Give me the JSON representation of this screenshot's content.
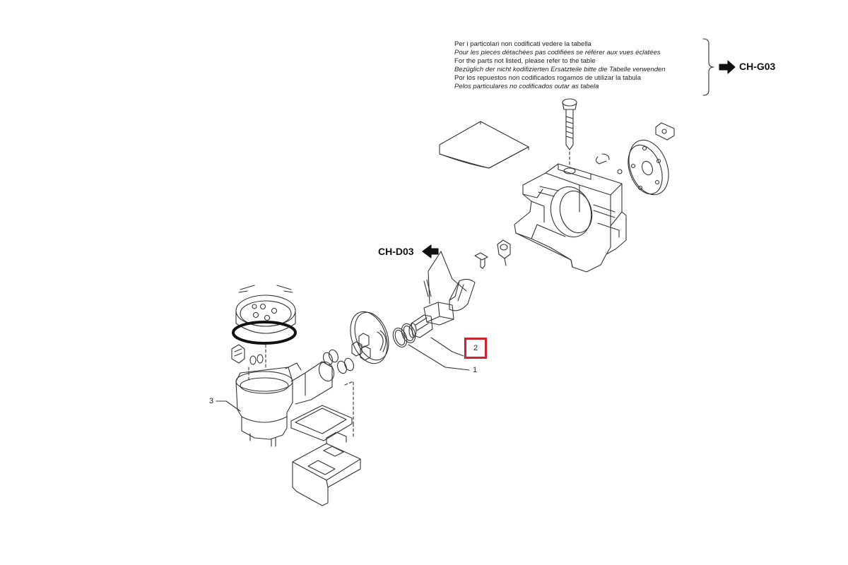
{
  "notes": {
    "lines": [
      "Per i particolari non codificati vedere la tabella",
      "Pour les pieces détachées pas codifiées se référer aux vues éclatées",
      "For the parts not listed, please refer to the table",
      "Bezüglich der nicht kodifizierten Ersatzteile bitte die Tabelle verwenden",
      "Por los repuestos non codificados rogamos de utilizar la tabula",
      "Pelos particulares no codificados outar as tabela"
    ]
  },
  "references": {
    "top_right": "CH-G03",
    "middle_left": "CH-D03"
  },
  "callouts": {
    "part_1": "1",
    "part_2": "2",
    "part_3": "3"
  },
  "colors": {
    "highlight": "#d2222d",
    "line": "#333333"
  }
}
